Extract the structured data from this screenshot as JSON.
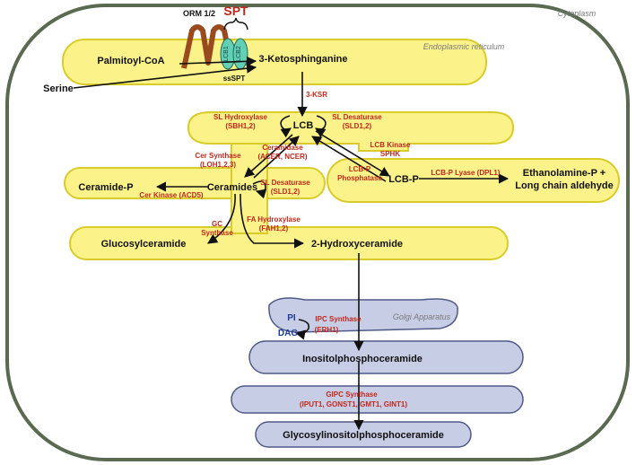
{
  "regions": {
    "cytoplasm": "Cytoplasm",
    "er": "Endoplasmic  reticulum",
    "golgi": "Golgi Apparatus"
  },
  "spt": {
    "title": "SPT",
    "orm": "ORM 1/2",
    "lcb1": "LCB1",
    "lcb2": "LCB2",
    "sspt": "ssSPT"
  },
  "metabolites": {
    "palmitoyl": "Palmitoyl-CoA",
    "serine": "Serine",
    "ketosphinganine": "3-Ketosphinganine",
    "lcb": "LCB",
    "lcbp": "LCB-P",
    "ceramides": "Ceramides",
    "ceramide_p": "Ceramide-P",
    "ethanolamine_1": "Ethanolamine-P +",
    "ethanolamine_2": "Long chain aldehyde",
    "glucosylceramide": "Glucosylceramide",
    "hydroxyceramide": "2-Hydroxyceramide",
    "pi": "PI",
    "dag": "DAG",
    "ipc": "Inositolphosphoceramide",
    "gipc": "Glycosylinositolphosphoceramide"
  },
  "enzymes": {
    "ksr": "3-KSR",
    "sbh_1": "SL Hydroxylase",
    "sbh_2": "(SBH1,2)",
    "sld_top_1": "SL Desaturase",
    "sld_top_2": "(SLD1,2)",
    "lcbk_1": "LCB Kinase",
    "lcbk_2": "SPHK",
    "lcbpp_1": "LCB-P",
    "lcbpp_2": "Phosphatase",
    "dpl1": "LCB-P Lyase (DPL1)",
    "cs_1": "Cer Synthase",
    "cs_2": "(LOH1,2,3)",
    "cdase_1": "Ceramidase",
    "cdase_2": "(ACER, NCER)",
    "sld_mid_1": "SL Desaturase",
    "sld_mid_2": "(SLD1,2)",
    "ceramide_kinase": "Cer Kinase (ACD5)",
    "gc_1": "GC",
    "gc_2": "Synthase",
    "fah_1": "FA Hydroxylase",
    "fah_2": "(FAH1,2)",
    "ipcs_1": "IPC Synthase",
    "ipcs_2": "(ERH1)",
    "gipcs_1": "GIPC Synthase",
    "gipcs_2": "(IPUT1, GONST1, GMT1, GINT1)"
  }
}
